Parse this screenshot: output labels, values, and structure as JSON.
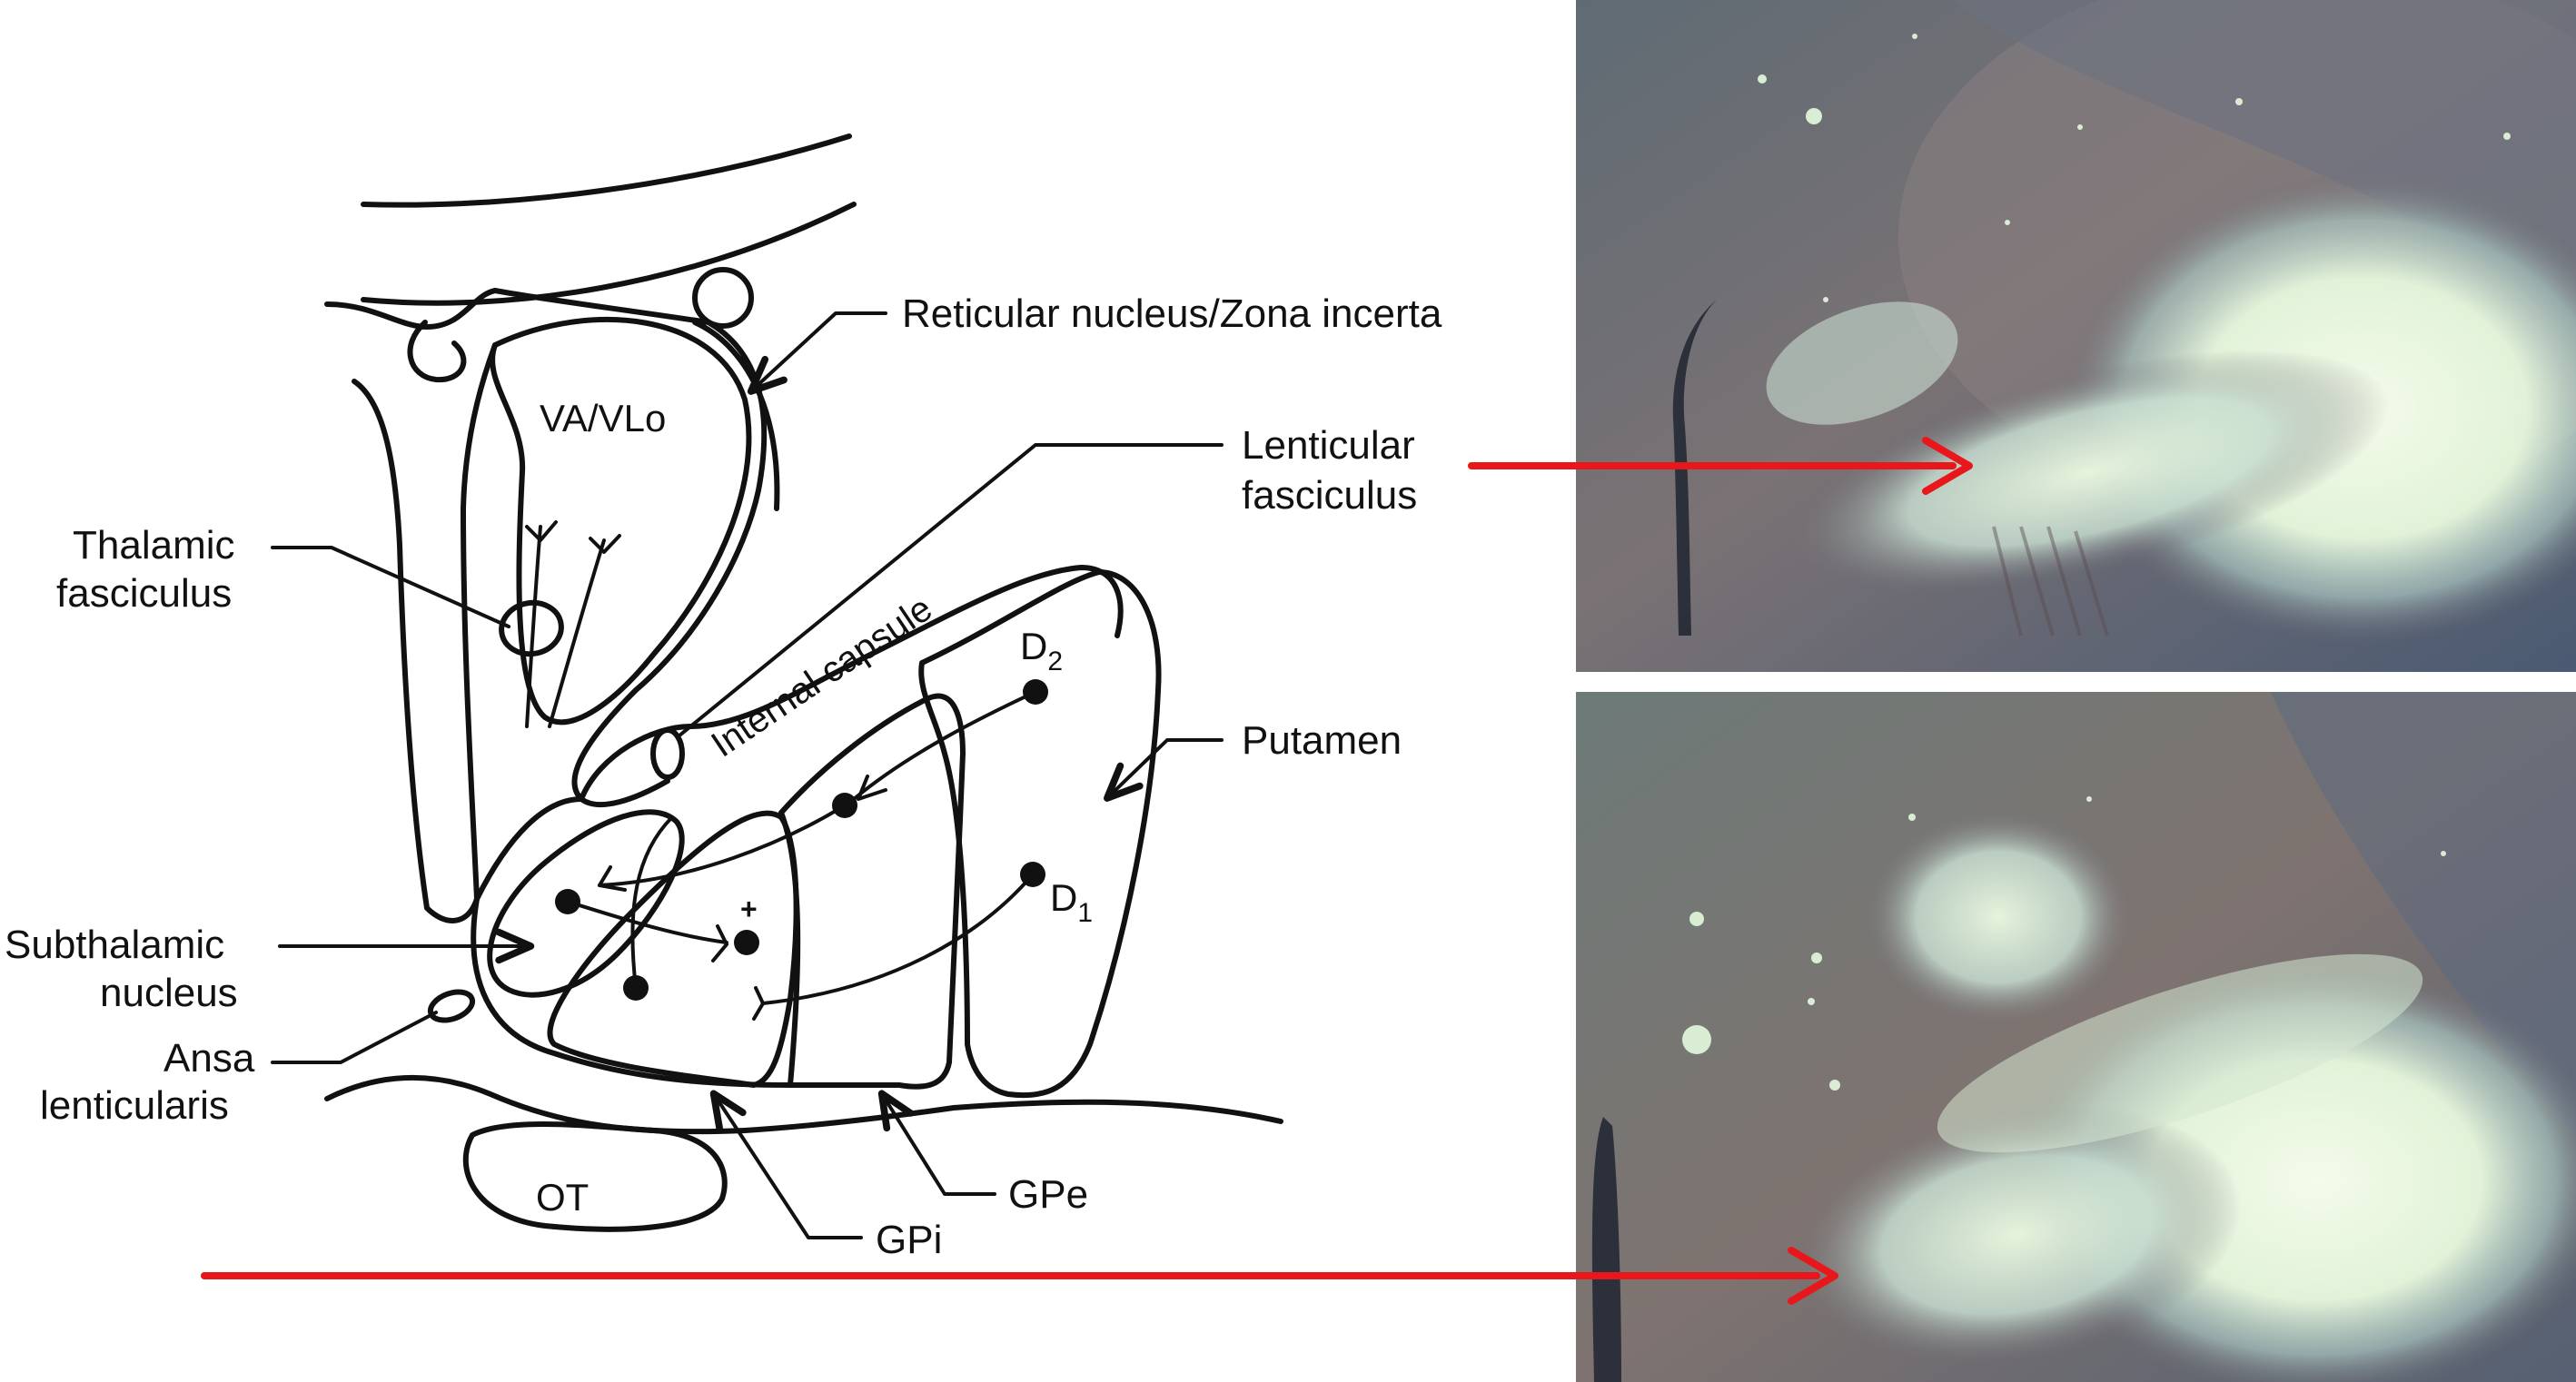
{
  "labels": {
    "reticular": "Reticular nucleus/Zona incerta",
    "va_vlo": "VA/VLo",
    "lenticular_line1": "Lenticular",
    "lenticular_line2": "fasciculus",
    "thalamic_line1": "Thalamic",
    "thalamic_line2": "fasciculus",
    "internal_capsule": "Internal capsule",
    "d2_main": "D",
    "d2_sub": "2",
    "d1_main": "D",
    "d1_sub": "1",
    "putamen": "Putamen",
    "subthalamic_line1": "Subthalamic",
    "subthalamic_line2": "nucleus",
    "ansa_line1": "Ansa",
    "ansa_line2": "lenticularis",
    "plus": "+",
    "ot": "OT",
    "gpe": "GPe",
    "gpi": "GPi"
  },
  "photos": {
    "top": "histology-section-lenticular-fasciculus",
    "bottom": "histology-section-ansa-lenticularis"
  },
  "colors": {
    "arrow": "#e8171c",
    "photo_tissue": "#6e6b72",
    "photo_bright": "#e8f5de"
  }
}
